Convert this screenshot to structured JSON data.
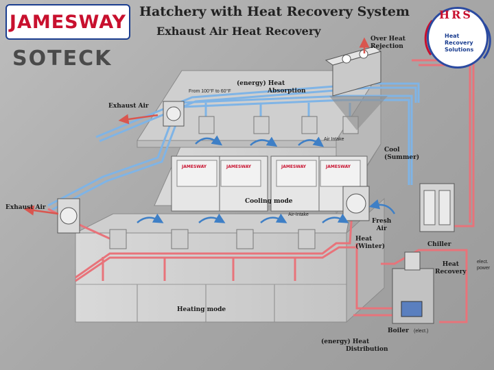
{
  "header": {
    "title": "Hatchery with Heat Recovery System",
    "subtitle": "Exhaust Air Heat Recovery"
  },
  "logos": {
    "jamesway": "JAMESWAY",
    "soteck": "SOTECK",
    "hrs_letters": "HRS",
    "hrs_lines": [
      "Heat",
      "Recovery",
      "Solutions"
    ]
  },
  "labels": {
    "over_heat_rejection": [
      "Over Heat",
      "Rejection"
    ],
    "energy_heat_absorption": [
      "(energy)  Heat",
      "Absorption"
    ],
    "temp_range": "From 100°F to 60°F",
    "exhaust_air_top": "Exhaust Air",
    "exhaust_air_left": "Exhaust Air",
    "air_intake_top": "Air Intake",
    "air_intake_bottom": "Air-Intake",
    "cool_summer": [
      "Cool",
      "(Summer)"
    ],
    "cooling_mode": "Cooling  mode",
    "fresh_air": [
      "Fresh",
      "Air"
    ],
    "heat_winter": [
      "Heat",
      "(Winter)"
    ],
    "chiller": "Chiller",
    "heat_recovery": [
      "Heat",
      "Recovery"
    ],
    "elect_power": [
      "elect.",
      "power"
    ],
    "heating_mode": "Heating  mode",
    "boiler": "Boiler",
    "boiler_elect": "(elect.)",
    "energy_heat_distribution": [
      "(energy)  Heat",
      "Distribution"
    ],
    "panel_brand": "JAMESWAY"
  },
  "colors": {
    "hot_pipe": "#e8737a",
    "cold_pipe": "#7fb4e6",
    "arrow_red": "#d9564f",
    "arrow_blue": "#3e7fc6",
    "building": "#d2d2d2",
    "brand_red": "#c8102e",
    "brand_blue": "#1a3d8f"
  }
}
